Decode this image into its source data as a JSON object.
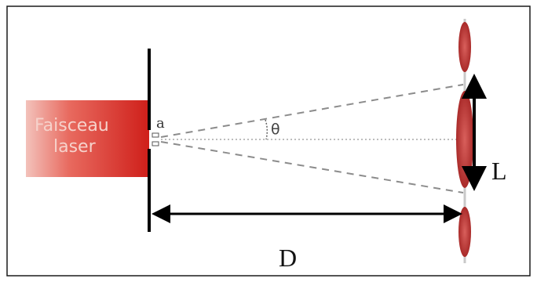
{
  "diagram": {
    "laser_label_line1": "Faisceau",
    "laser_label_line2": "laser",
    "slit_label": "a",
    "angle_label": "θ",
    "width_label": "L",
    "distance_label": "D"
  },
  "colors": {
    "laser_dark": "#cf1f1a",
    "laser_light": "#f3c2bb",
    "fringe": "#c0403e",
    "dashed": "#8c8c8c",
    "border": "#1a1a1a"
  }
}
